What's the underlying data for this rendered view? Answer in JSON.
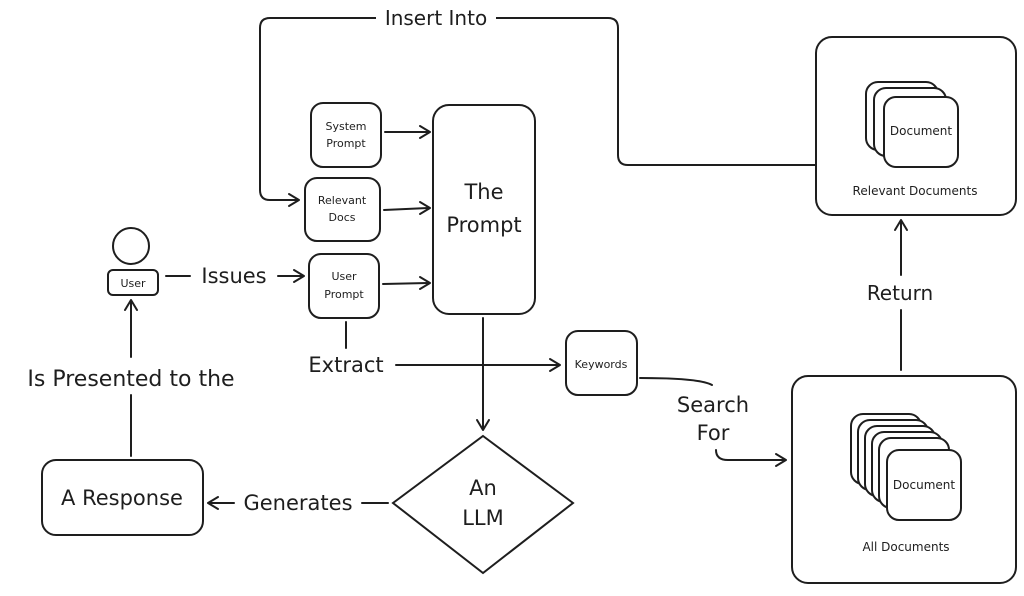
{
  "nodes": {
    "system_prompt": [
      "System",
      "Prompt"
    ],
    "relevant_docs": [
      "Relevant",
      "Docs"
    ],
    "user_prompt": [
      "User",
      "Prompt"
    ],
    "the_prompt": [
      "The",
      "Prompt"
    ],
    "user": "User",
    "keywords": "Keywords",
    "llm": [
      "An",
      "LLM"
    ],
    "response": "A Response",
    "relevant_documents": "Relevant Documents",
    "all_documents": "All Documents",
    "document_card": "Document"
  },
  "edges": {
    "insert_into": "Insert Into",
    "issues": "Issues",
    "extract": "Extract",
    "search_for": [
      "Search",
      "For"
    ],
    "return": "Return",
    "generates": "Generates",
    "is_presented": "Is Presented to the"
  },
  "colors": {
    "stroke": "#1e1e1e",
    "fill": "#ffffff"
  }
}
